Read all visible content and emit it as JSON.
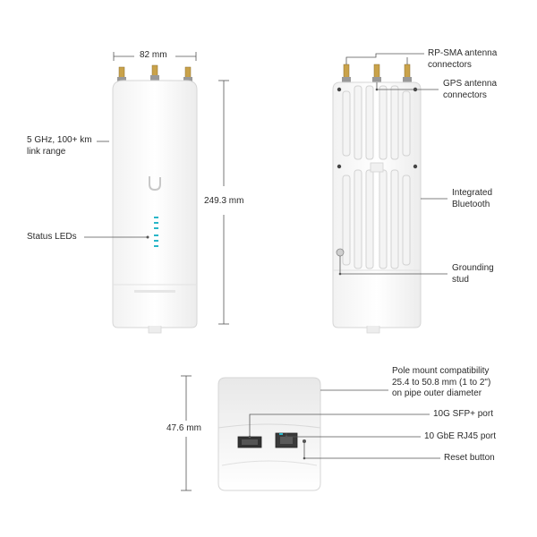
{
  "dimensions": {
    "width": "82 mm",
    "height": "249.3 mm",
    "depth": "47.6 mm"
  },
  "callouts": {
    "link_range": "5 GHz, 100+ km\nlink range",
    "status_leds": "Status LEDs",
    "rp_sma": "RP-SMA antenna\nconnectors",
    "gps": "GPS antenna\nconnectors",
    "bluetooth": "Integrated\nBluetooth",
    "grounding": "Grounding\nstud",
    "pole_mount": "Pole mount compatibility\n25.4 to 50.8 mm (1 to 2\")\non pipe outer diameter",
    "sfp": "10G SFP+ port",
    "rj45": "10 GbE RJ45 port",
    "reset": "Reset button"
  },
  "colors": {
    "background": "#ffffff",
    "device_body": "#fbfbfb",
    "device_outline": "#d9d9d9",
    "leader_line": "#555555",
    "led": "#29b6c8"
  }
}
